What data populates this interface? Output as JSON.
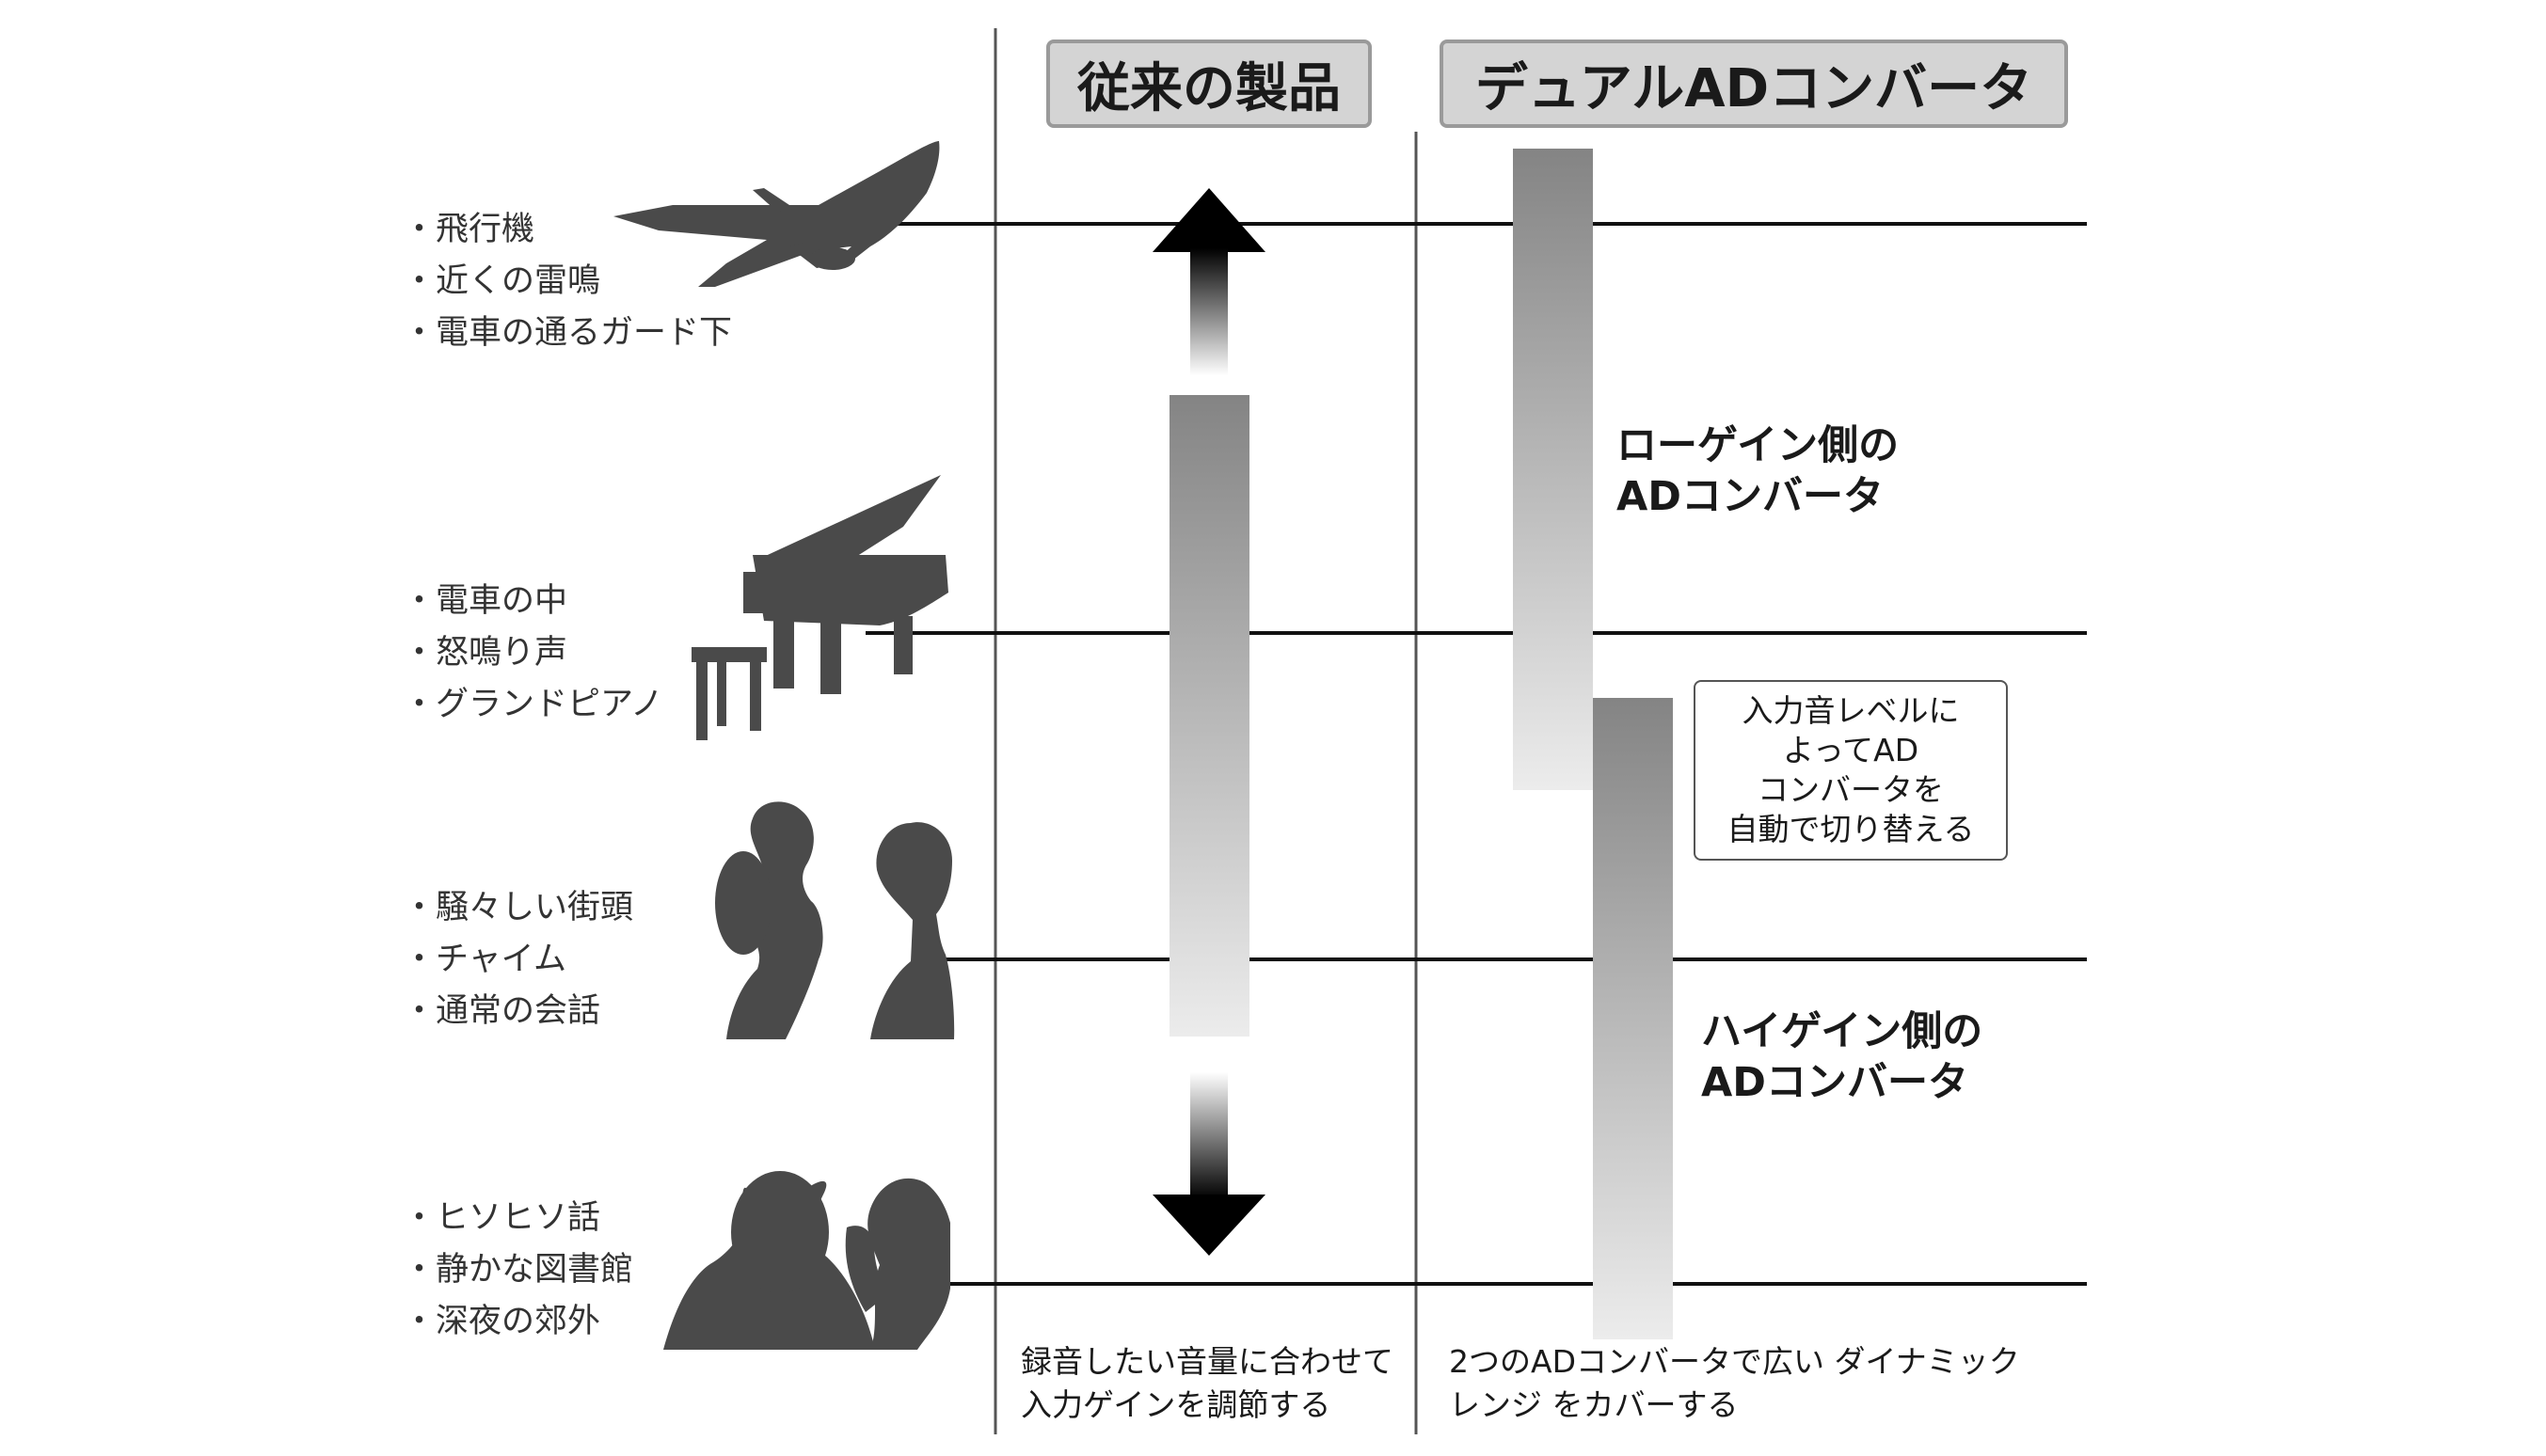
{
  "headers": {
    "conventional": "従来の製品",
    "dual": "デュアルADコンバータ"
  },
  "scenarios": [
    {
      "level": "loud",
      "icon": "airplane-icon",
      "items": [
        "・飛行機",
        "・近くの雷鳴",
        "・電車の通るガード下"
      ]
    },
    {
      "level": "medium-loud",
      "icon": "grand-piano-icon",
      "items": [
        "・電車の中",
        "・怒鳴り声",
        "・グランドピアノ"
      ]
    },
    {
      "level": "medium",
      "icon": "conversation-icon",
      "items": [
        "・騒々しい街頭",
        "・チャイム",
        "・通常の会話"
      ]
    },
    {
      "level": "quiet",
      "icon": "whisper-icon",
      "items": [
        "・ヒソヒソ話",
        "・静かな図書館",
        "・深夜の郊外"
      ]
    }
  ],
  "dual": {
    "low_gain_label": [
      "ローゲイン側の",
      "ADコンバータ"
    ],
    "high_gain_label": [
      "ハイゲイン側の",
      "ADコンバータ"
    ],
    "note": [
      "入力音レベルに",
      "よってAD",
      "コンバータを",
      "自動で切り替える"
    ]
  },
  "footers": {
    "conventional": [
      "録音したい音量に合わせて",
      "入力ゲインを調節する"
    ],
    "dual": [
      "2つのADコンバータで広い ダイナミック",
      "レンジ をカバーする"
    ]
  },
  "colors": {
    "silhouette": "#4a4a4a",
    "gradient_dark": "#848484",
    "gradient_light": "#ececec",
    "header_fill": "#d4d4d4",
    "line": "#111111"
  }
}
